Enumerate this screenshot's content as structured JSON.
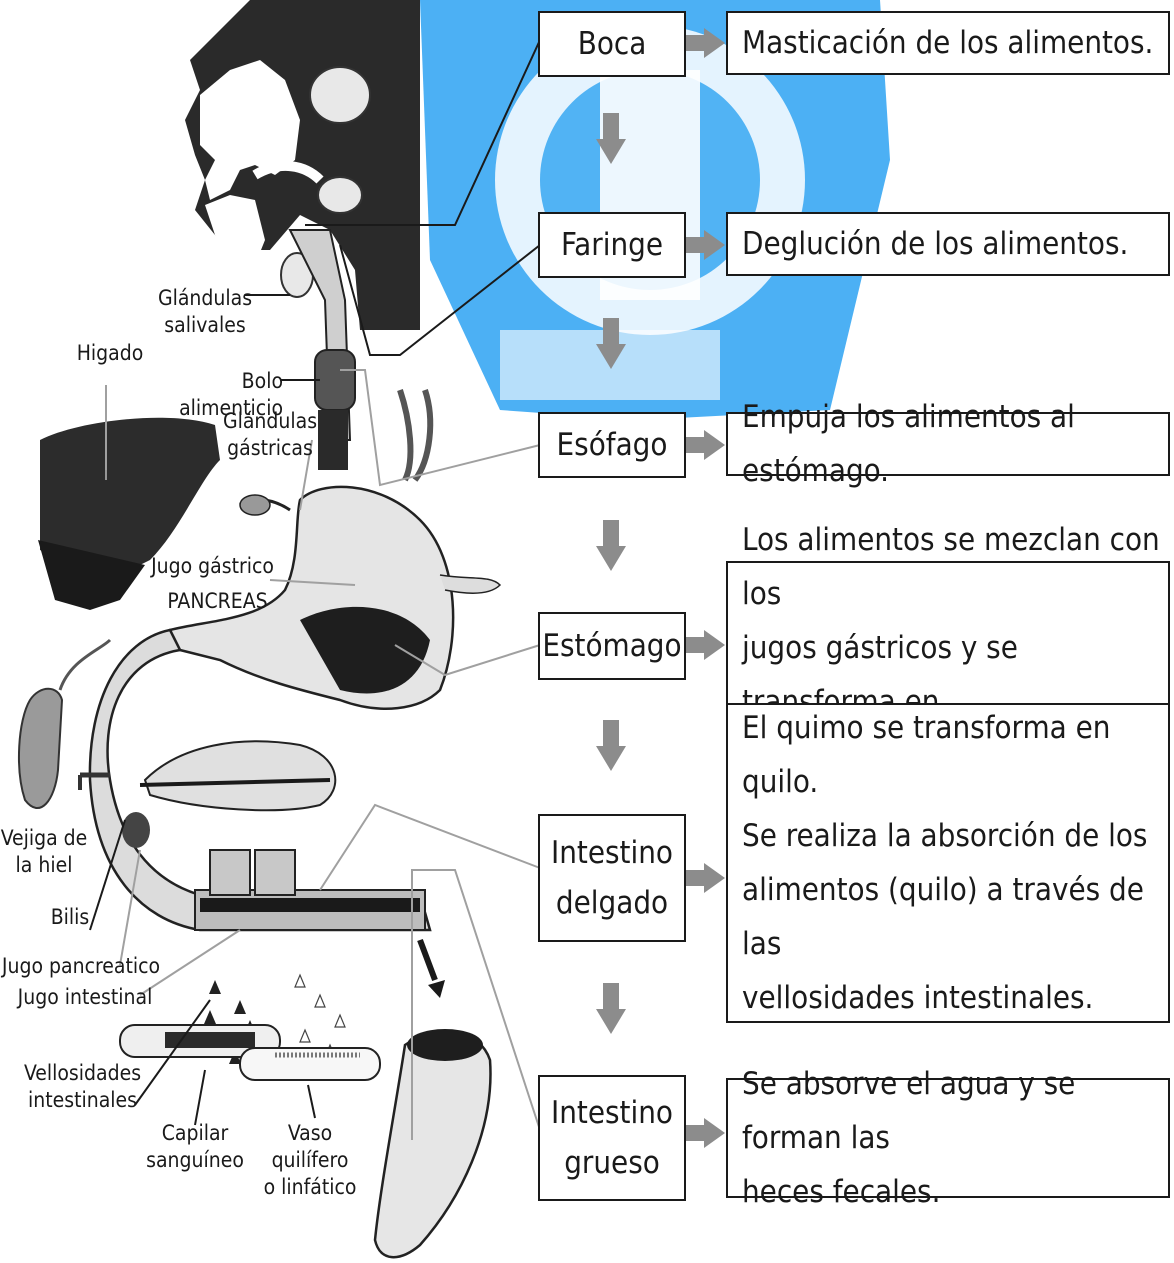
{
  "labels": {
    "glandulas_salivales": "Glándulas\nsalivales",
    "higado": "Higado",
    "bolo": "Bolo alimenticio",
    "glandulas_gastricas": "Glándulas\ngástricas",
    "jugo_gastrico": "Jugo gástrico",
    "pancreas": "PANCREAS",
    "vejiga": "Vejiga de\nla hiel",
    "bilis": "Bilis",
    "jugo_pancreatico": "Jugo pancreatico",
    "jugo_intestinal": "Jugo intestinal",
    "vellosidades": "Vellosidades\nintestinales",
    "capilar": "Capilar\nsanguíneo",
    "vaso": "Vaso quilífero\no linfático"
  },
  "stages": [
    {
      "name": "Boca",
      "desc": "Masticación de los alimentos."
    },
    {
      "name": "Faringe",
      "desc": "Deglución de los alimentos."
    },
    {
      "name": "Esófago",
      "desc": "Empuja los alimentos al estómago."
    },
    {
      "name": "Estómago",
      "desc": "Los alimentos se mezclan con los\njugos gástricos y se transforma en\nquimo."
    },
    {
      "name": "Intestino\ndelgado",
      "desc": "El quimo se transforma en quilo.\nSe realiza la absorción de los\nalimentos (quilo) a través de las\nvellosidades intestinales."
    },
    {
      "name": "Intestino\ngrueso",
      "desc": "Se absorve el agua y se forman las\nheces fecales."
    }
  ],
  "colors": {
    "arrow": "#8c8c8c",
    "watermark": "#2ea3f2",
    "leader": "#a0a0a0",
    "ink": "#1a1a1a"
  }
}
